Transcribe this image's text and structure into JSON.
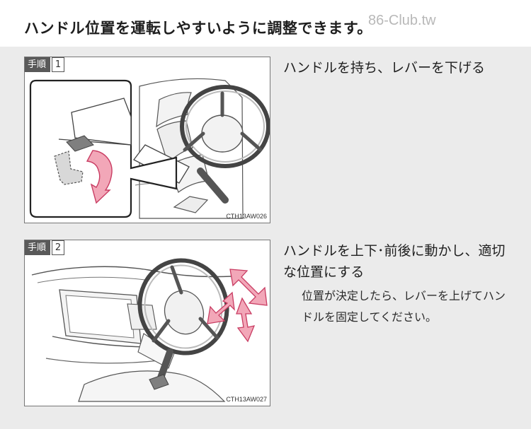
{
  "header": {
    "title": "ハンドル位置を運転しやすいように調整できます。",
    "watermark": "86-Club.tw"
  },
  "steps": [
    {
      "step_word": "手順",
      "step_number": "1",
      "instruction": "ハンドルを持ち、レバーを下げる",
      "figure_code": "CTH13AW026"
    },
    {
      "step_word": "手順",
      "step_number": "2",
      "instruction": "ハンドルを上下･前後に動かし、適切な位置にする",
      "note": "位置が決定したら、レバーを上げてハンドルを固定してください。",
      "figure_code": "CTH13AW027"
    }
  ],
  "colors": {
    "page_background": "#ebebeb",
    "step_tag_background": "#595959",
    "arrow_fill": "#f2a7b8",
    "arrow_stroke": "#c93d63",
    "line_art": "#444444"
  }
}
